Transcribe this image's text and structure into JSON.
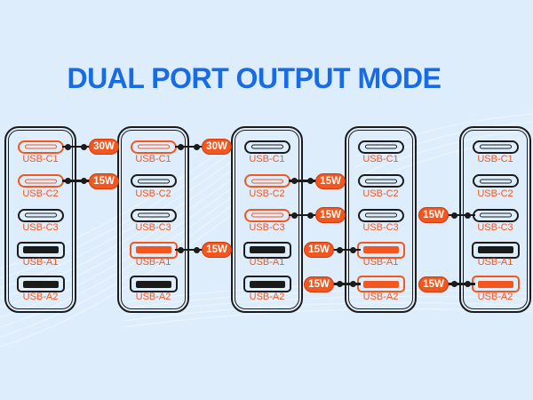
{
  "title": "DUAL PORT OUTPUT MODE",
  "colors": {
    "background": "#ddedfb",
    "title": "#176be5",
    "accent_orange": "#f2571f",
    "badge_border": "#cc3c0f",
    "badge_text": "#ffffff",
    "port_black": "#1b1b1b",
    "wave_white": "#ffffff"
  },
  "panels": [
    {
      "name": "charger-1",
      "ports": [
        {
          "label": "USB-C1",
          "type": "usb-c",
          "active": true,
          "badge": {
            "label": "30W",
            "side": "right"
          }
        },
        {
          "label": "USB-C2",
          "type": "usb-c",
          "active": true,
          "badge": {
            "label": "15W",
            "side": "right"
          }
        },
        {
          "label": "USB-C3",
          "type": "usb-c",
          "active": false,
          "badge": null
        },
        {
          "label": "USB-A1",
          "type": "usb-a",
          "active": false,
          "badge": null
        },
        {
          "label": "USB-A2",
          "type": "usb-a",
          "active": false,
          "badge": null
        }
      ]
    },
    {
      "name": "charger-2",
      "ports": [
        {
          "label": "USB-C1",
          "type": "usb-c",
          "active": true,
          "badge": {
            "label": "30W",
            "side": "right"
          }
        },
        {
          "label": "USB-C2",
          "type": "usb-c",
          "active": false,
          "badge": null
        },
        {
          "label": "USB-C3",
          "type": "usb-c",
          "active": false,
          "badge": null
        },
        {
          "label": "USB-A1",
          "type": "usb-a",
          "active": true,
          "badge": {
            "label": "15W",
            "side": "right"
          }
        },
        {
          "label": "USB-A2",
          "type": "usb-a",
          "active": false,
          "badge": null
        }
      ]
    },
    {
      "name": "charger-3",
      "ports": [
        {
          "label": "USB-C1",
          "type": "usb-c",
          "active": false,
          "badge": null
        },
        {
          "label": "USB-C2",
          "type": "usb-c",
          "active": true,
          "badge": {
            "label": "15W",
            "side": "right"
          }
        },
        {
          "label": "USB-C3",
          "type": "usb-c",
          "active": true,
          "badge": {
            "label": "15W",
            "side": "right"
          }
        },
        {
          "label": "USB-A1",
          "type": "usb-a",
          "active": false,
          "badge": null
        },
        {
          "label": "USB-A2",
          "type": "usb-a",
          "active": false,
          "badge": null
        }
      ]
    },
    {
      "name": "charger-4",
      "ports": [
        {
          "label": "USB-C1",
          "type": "usb-c",
          "active": false,
          "badge": null
        },
        {
          "label": "USB-C2",
          "type": "usb-c",
          "active": false,
          "badge": null
        },
        {
          "label": "USB-C3",
          "type": "usb-c",
          "active": false,
          "badge": null
        },
        {
          "label": "USB-A1",
          "type": "usb-a",
          "active": true,
          "badge": {
            "label": "15W",
            "side": "left"
          }
        },
        {
          "label": "USB-A2",
          "type": "usb-a",
          "active": true,
          "badge": {
            "label": "15W",
            "side": "left"
          }
        }
      ]
    },
    {
      "name": "charger-5",
      "ports": [
        {
          "label": "USB-C1",
          "type": "usb-c",
          "active": false,
          "badge": null
        },
        {
          "label": "USB-C2",
          "type": "usb-c",
          "active": false,
          "badge": null
        },
        {
          "label": "USB-C3",
          "type": "usb-c",
          "active": false,
          "badge": {
            "label": "15W",
            "side": "left"
          }
        },
        {
          "label": "USB-A1",
          "type": "usb-a",
          "active": false,
          "badge": null
        },
        {
          "label": "USB-A2",
          "type": "usb-a",
          "active": true,
          "badge": {
            "label": "15W",
            "side": "left"
          }
        }
      ]
    }
  ]
}
